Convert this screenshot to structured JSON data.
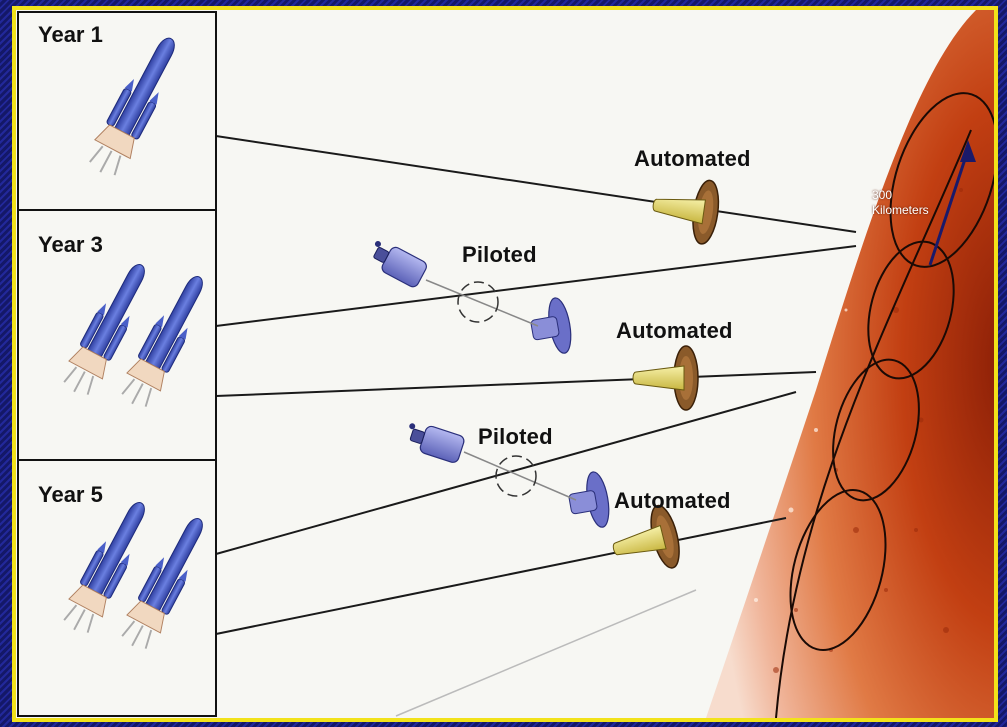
{
  "years": [
    {
      "label": "Year 1",
      "launches": 1
    },
    {
      "label": "Year 3",
      "launches": 2
    },
    {
      "label": "Year 5",
      "launches": 2
    }
  ],
  "crafts": [
    {
      "label": "Automated",
      "type": "automated"
    },
    {
      "label": "Piloted",
      "type": "piloted"
    },
    {
      "label": "Automated",
      "type": "automated"
    },
    {
      "label": "Piloted",
      "type": "piloted"
    },
    {
      "label": "Automated",
      "type": "automated"
    }
  ],
  "distance": {
    "value": "300",
    "unit": "Kilometers"
  },
  "colors": {
    "border": "#f2e21a",
    "background": "#1a1f7a",
    "rocket": "#4a5fc8",
    "planet": "#c4421a",
    "aeroshell": "#8a5a2a",
    "payload": "#e8dc6a"
  }
}
